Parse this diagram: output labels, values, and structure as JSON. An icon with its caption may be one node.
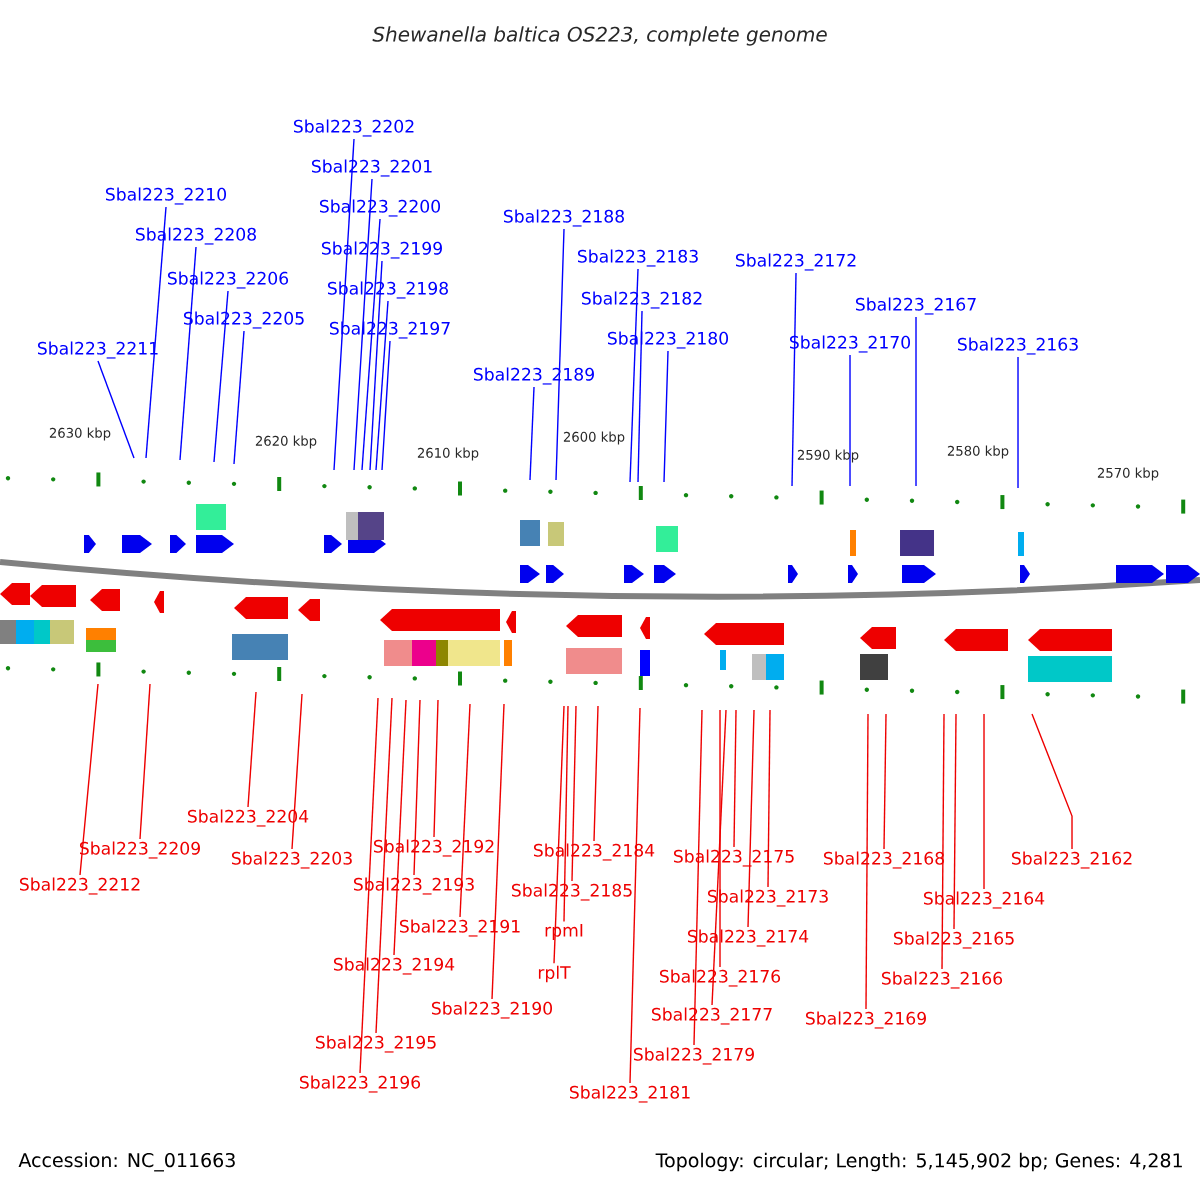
{
  "diagram": {
    "title": "Shewanella baltica OS223, complete genome",
    "nodes": [
      {
        "text": [
          "Sbal223_2210"
        ]
      },
      {
        "text": [
          "Sbal223_2208"
        ]
      },
      {
        "text": [
          "Sbal223_2206"
        ]
      },
      {
        "text": [
          "Sbal223_2205"
        ]
      },
      {
        "text": [
          "Sbal223_2211"
        ]
      },
      {
        "text": [
          "Sbal223_2202"
        ]
      },
      {
        "text": [
          "Sbal223_2201"
        ]
      },
      {
        "text": [
          "Sbal223_2200"
        ]
      },
      {
        "text": [
          "Sbal223_2199"
        ]
      },
      {
        "text": [
          "Sbal223_2198"
        ]
      },
      {
        "text": [
          "Sbal223_2197"
        ]
      },
      {
        "text": [
          "Sbal223_2188"
        ]
      },
      {
        "text": [
          "Sbal223_2189"
        ]
      },
      {
        "text": [
          "Sbal223_2183"
        ]
      },
      {
        "text": [
          "Sbal223_2182"
        ]
      },
      {
        "text": [
          "Sbal223_2180"
        ]
      },
      {
        "text": [
          "Sbal223_2172"
        ]
      },
      {
        "text": [
          "Sbal223_2170"
        ]
      },
      {
        "text": [
          "Sbal223_2167"
        ]
      },
      {
        "text": [
          "Sbal223_2163"
        ]
      },
      {
        "text": [
          "Sbal223_2212"
        ]
      },
      {
        "text": [
          "Sbal223_2209"
        ]
      },
      {
        "text": [
          "Sbal223_2204"
        ]
      },
      {
        "text": [
          "Sbal223_2203"
        ]
      },
      {
        "text": [
          "Sbal223_2192"
        ]
      },
      {
        "text": [
          "Sbal223_2193"
        ]
      },
      {
        "text": [
          "Sbal223_2191"
        ]
      },
      {
        "text": [
          "Sbal223_2194"
        ]
      },
      {
        "text": [
          "Sbal223_2190"
        ]
      },
      {
        "text": [
          "Sbal223_2195"
        ]
      },
      {
        "text": [
          "Sbal223_2196"
        ]
      },
      {
        "text": [
          "Sbal223_2184"
        ]
      },
      {
        "text": [
          "Sbal223_2185"
        ]
      },
      {
        "text": [
          "rpmI"
        ]
      },
      {
        "text": [
          "rplT"
        ]
      },
      {
        "text": [
          "Sbal223_2181"
        ]
      },
      {
        "text": [
          "Sbal223_2175"
        ]
      },
      {
        "text": [
          "Sbal223_2173"
        ]
      },
      {
        "text": [
          "Sbal223_2174"
        ]
      },
      {
        "text": [
          "Sbal223_2176"
        ]
      },
      {
        "text": [
          "Sbal223_2177"
        ]
      },
      {
        "text": [
          "Sbal223_2179"
        ]
      },
      {
        "text": [
          "Sbal223_2168"
        ]
      },
      {
        "text": [
          "Sbal223_2169"
        ]
      },
      {
        "text": [
          "Sbal223_2164"
        ]
      },
      {
        "text": [
          "Sbal223_2165"
        ]
      },
      {
        "text": [
          "Sbal223_2166"
        ]
      },
      {
        "text": [
          "Sbal223_2162"
        ]
      }
    ],
    "edges": [
      {
        "from": 0,
        "to": null,
        "arrow": "none",
        "color": "#0000ff"
      },
      {
        "from": 1,
        "to": null,
        "arrow": "none",
        "color": "#0000ff"
      },
      {
        "from": 2,
        "to": null,
        "arrow": "none",
        "color": "#0000ff"
      },
      {
        "from": 3,
        "to": null,
        "arrow": "none",
        "color": "#0000ff"
      },
      {
        "from": 4,
        "to": null,
        "arrow": "none",
        "color": "#0000ff"
      },
      {
        "from": 5,
        "to": null,
        "arrow": "none",
        "color": "#0000ff"
      },
      {
        "from": 6,
        "to": null,
        "arrow": "none",
        "color": "#0000ff"
      },
      {
        "from": 7,
        "to": null,
        "arrow": "none",
        "color": "#0000ff"
      },
      {
        "from": 8,
        "to": null,
        "arrow": "none",
        "color": "#0000ff"
      },
      {
        "from": 9,
        "to": null,
        "arrow": "none",
        "color": "#0000ff"
      },
      {
        "from": 10,
        "to": null,
        "arrow": "none",
        "color": "#0000ff"
      },
      {
        "from": 11,
        "to": null,
        "arrow": "none",
        "color": "#0000ff"
      },
      {
        "from": 12,
        "to": null,
        "arrow": "none",
        "color": "#0000ff"
      },
      {
        "from": 13,
        "to": null,
        "arrow": "none",
        "color": "#0000ff"
      },
      {
        "from": 14,
        "to": null,
        "arrow": "none",
        "color": "#0000ff"
      },
      {
        "from": 15,
        "to": null,
        "arrow": "none",
        "color": "#0000ff"
      },
      {
        "from": 16,
        "to": null,
        "arrow": "none",
        "color": "#0000ff"
      },
      {
        "from": 17,
        "to": null,
        "arrow": "none",
        "color": "#0000ff"
      },
      {
        "from": 18,
        "to": null,
        "arrow": "none",
        "color": "#0000ff"
      },
      {
        "from": 19,
        "to": null,
        "arrow": "none",
        "color": "#0000ff"
      },
      {
        "from": 20,
        "to": null,
        "arrow": "none"
      },
      {
        "from": 21,
        "to": null,
        "arrow": "none"
      },
      {
        "from": 22,
        "to": null,
        "arrow": "none"
      },
      {
        "from": 23,
        "to": null,
        "arrow": "none"
      },
      {
        "from": 24,
        "to": null,
        "arrow": "none"
      },
      {
        "from": 25,
        "to": null,
        "arrow": "none"
      },
      {
        "from": 26,
        "to": null,
        "arrow": "none"
      },
      {
        "from": 27,
        "to": null,
        "arrow": "none"
      },
      {
        "from": 28,
        "to": null,
        "arrow": "none"
      },
      {
        "from": 29,
        "to": null,
        "arrow": "none"
      },
      {
        "from": 30,
        "to": null,
        "arrow": "none"
      },
      {
        "from": 31,
        "to": null,
        "arrow": "none"
      },
      {
        "from": 32,
        "to": null,
        "arrow": "none"
      },
      {
        "from": 33,
        "to": null,
        "arrow": "none"
      },
      {
        "from": 34,
        "to": null,
        "arrow": "none"
      },
      {
        "from": 35,
        "to": null,
        "arrow": "none"
      },
      {
        "from": 36,
        "to": null,
        "arrow": "none"
      },
      {
        "from": 37,
        "to": null,
        "arrow": "none"
      },
      {
        "from": 38,
        "to": null,
        "arrow": "none"
      },
      {
        "from": 39,
        "to": null,
        "arrow": "none"
      },
      {
        "from": 40,
        "to": null,
        "arrow": "none"
      },
      {
        "from": 41,
        "to": null,
        "arrow": "none"
      },
      {
        "from": 42,
        "to": null,
        "arrow": "none"
      },
      {
        "from": 43,
        "to": null,
        "arrow": "none"
      },
      {
        "from": 44,
        "to": null,
        "arrow": "none"
      },
      {
        "from": 45,
        "to": null,
        "arrow": "none"
      },
      {
        "from": 46,
        "to": null,
        "arrow": "none"
      },
      {
        "from": 47,
        "to": null,
        "arrow": "none"
      }
    ],
    "labels": [
      "2630 kbp",
      "2620 kbp",
      "2610 kbp",
      "2600 kbp",
      "2590 kbp",
      "2580 kbp",
      "2570 kbp",
      "Accession: NC_011663",
      "Topology: circular; Length: 5,145,902 bp; Genes: 4,281"
    ]
  }
}
